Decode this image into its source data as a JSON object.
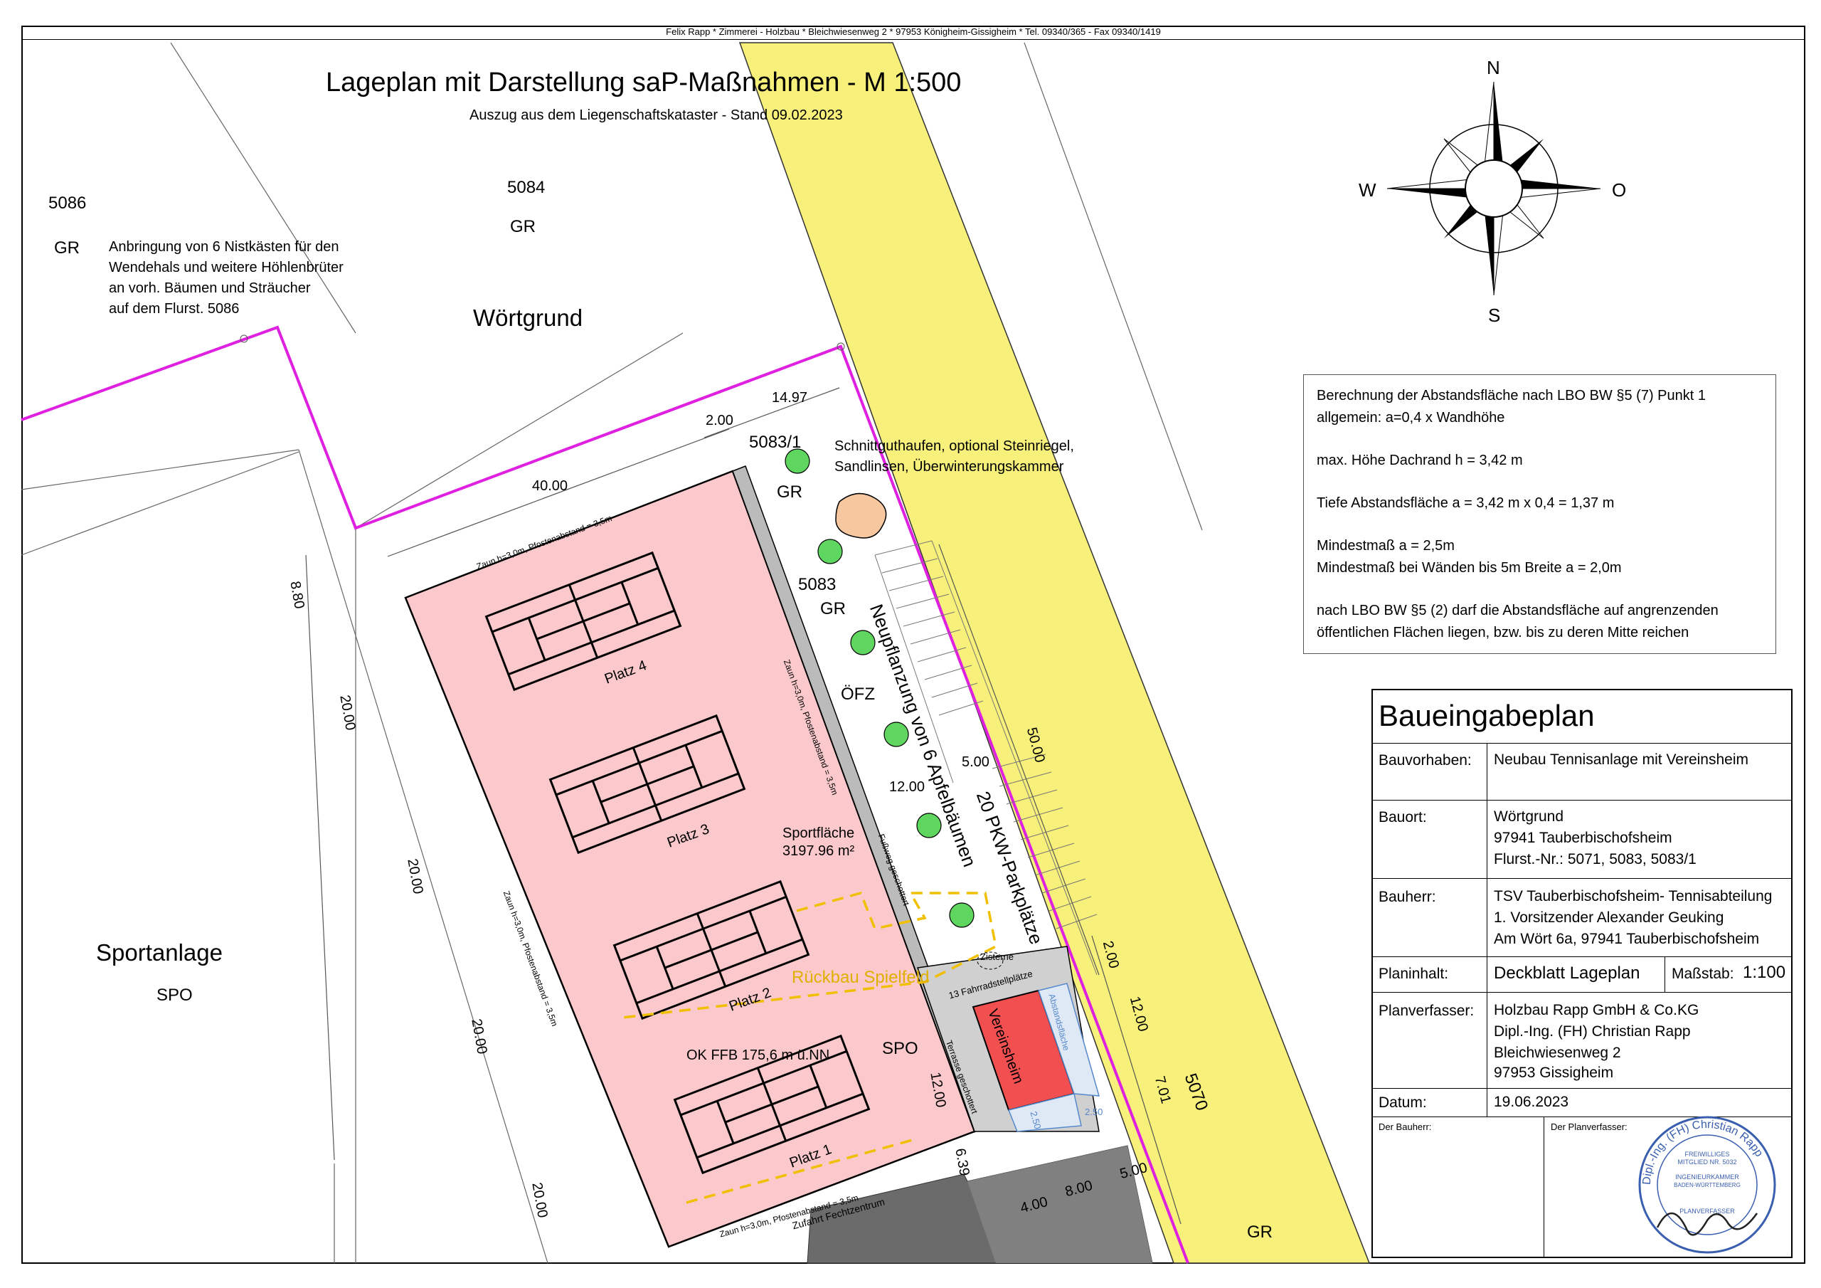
{
  "header_line": "Felix Rapp * Zimmerei - Holzbau * Bleichwiesenweg 2 * 97953 Königheim-Gissigheim * Tel. 09340/365 - Fax 09340/1419",
  "title": "Lageplan mit Darstellung saP-Maßnahmen -  M 1:500",
  "subtitle": "Auszug aus dem Liegenschaftskataster  -  Stand 09.02.2023",
  "compass": {
    "n": "N",
    "s": "S",
    "w": "W",
    "o": "O"
  },
  "parcels": {
    "p5086": "5086",
    "p5086_use": "GR",
    "p5084": "5084",
    "p5084_use": "GR",
    "area_name": "Wörtgrund",
    "p5083_1": "5083/1",
    "p5083_1_use": "GR",
    "p5083": "5083",
    "p5083_use": "GR",
    "ofz": "ÖFZ",
    "sport_name": "Sportanlage",
    "sport_use": "SPO",
    "spo_small": "SPO",
    "p5070": "5070",
    "gr_bottom": "GR"
  },
  "notes": {
    "nistkaesten": "Anbringung von 6 Nistkästen für den\nWendehals und weitere Höhlenbrüter\nan vorh. Bäumen und Sträucher\nauf dem Flurst. 5086",
    "schnittgut": "Schnittguthaufen, optional Steinriegel,\nSandlinsen, Überwinterungskammer",
    "neupflanzung": "Neupflanzung von 6 Apfelbäumen",
    "parking": "20 PKW-Parkplätze",
    "sportflaeche": "Sportfläche",
    "sportflaeche_area": "3197.96 m²",
    "rueckbau": "Rückbau Spielfeld",
    "ok_ffb": "OK FFB 175,6 m ü.NN",
    "vereinsheim": "Vereinsheim",
    "zisterne": "Zisterne",
    "fahrrad": "13 Fahrradstellplätze",
    "zufahrt": "Zufahrt Fechtzentrum",
    "fussweg": "Fußweg geschottert",
    "terrasse": "Terrasse geschottert",
    "abstandsflaeche": "Abstandsfläche",
    "zaun_top": "Zaun h=3,0m, Pfostenabstand = 3,5m",
    "zaun_left": "Zaun h=3,0m, Pfostenabstand = 3,5m",
    "zaun_mid": "Zaun h=3,0m, Pfostenabstand = 3,5m",
    "zaun_bottom": "Zaun h=3,0m, Pfostenabstand = 3,5m"
  },
  "courts": [
    "Platz 4",
    "Platz 3",
    "Platz 2",
    "Platz 1"
  ],
  "dimensions": {
    "d14_97": "14.97",
    "d2_00a": "2.00",
    "d40_00": "40.00",
    "d8_80": "8.80",
    "d20_00a": "20.00",
    "d20_00b": "20.00",
    "d20_00c": "20.00",
    "d20_00d": "20.00",
    "d50_00": "50.00",
    "d5_00a": "5.00",
    "d12_00a": "12.00",
    "d12_00b": "12.00",
    "d2_00b": "2.00",
    "d12_00c": "12.00",
    "d7_01": "7.01",
    "d6_39": "6.39",
    "d4_00": "4.00",
    "d8_00": "8.00",
    "d5_00b": "5.00",
    "d2_50a": "2.50",
    "d2_50b": "2.50"
  },
  "calc": {
    "l1": "Berechnung der Abstandsfläche nach LBO BW §5 (7) Punkt 1",
    "l2": "allgemein: a=0,4 x Wandhöhe",
    "l3": "max. Höhe Dachrand  h = 3,42 m",
    "l4": "Tiefe Abstandsfläche  a = 3,42 m x 0,4  = 1,37 m",
    "l5": "Mindestmaß   a = 2,5m",
    "l6": "Mindestmaß bei Wänden bis 5m Breite  a = 2,0m",
    "l7": "nach LBO BW §5 (2) darf die Abstandsfläche auf angrenzenden",
    "l8": "öffentlichen Flächen liegen, bzw. bis zu deren Mitte reichen"
  },
  "titleblock": {
    "heading": "Baueingabeplan",
    "bauvorhaben_key": "Bauvorhaben:",
    "bauvorhaben": "Neubau Tennisanlage mit Vereinsheim",
    "bauort_key": "Bauort:",
    "bauort_1": "Wörtgrund",
    "bauort_2": "97941 Tauberbischofsheim",
    "bauort_3": "Flurst.-Nr.: 5071, 5083, 5083/1",
    "bauherr_key": "Bauherr:",
    "bauherr_1": "TSV Tauberbischofsheim- Tennisabteilung",
    "bauherr_2": "1. Vorsitzender Alexander Geuking",
    "bauherr_3": "Am Wört 6a, 97941 Tauberbischofsheim",
    "planinhalt_key": "Planinhalt:",
    "planinhalt": "Deckblatt Lageplan",
    "massstab_key": "Maßstab:",
    "massstab": "1:100",
    "planverfasser_key": "Planverfasser:",
    "planverfasser_1": "Holzbau Rapp GmbH & Co.KG",
    "planverfasser_2": "Dipl.-Ing. (FH) Christian Rapp",
    "planverfasser_3": "Bleichwiesenweg 2",
    "planverfasser_4": "97953 Gissigheim",
    "datum_key": "Datum:",
    "datum": "19.06.2023",
    "sig_bauherr": "Der Bauherr:",
    "sig_planverfasser": "Der Planverfasser:"
  },
  "stamp": {
    "ring_text": "Dipl.-Ing. (FH) Christian Rapp",
    "inner_1": "FREIWILLIGES",
    "inner_2": "MITGLIED NR. 5032",
    "inner_3": "INGENIEURKAMMER",
    "inner_4": "BADEN-WÜRTTEMBERG",
    "inner_5": "PLANVERFASSER"
  },
  "colors": {
    "magenta": "#e020e0",
    "yellow_band": "#f7f07a",
    "court_fill": "#fbc9cc",
    "vereinsheim": "#f25050",
    "tree": "#5fd65f",
    "dashed_yellow": "#f0c000",
    "stamp_blue": "#3a5fb0"
  }
}
